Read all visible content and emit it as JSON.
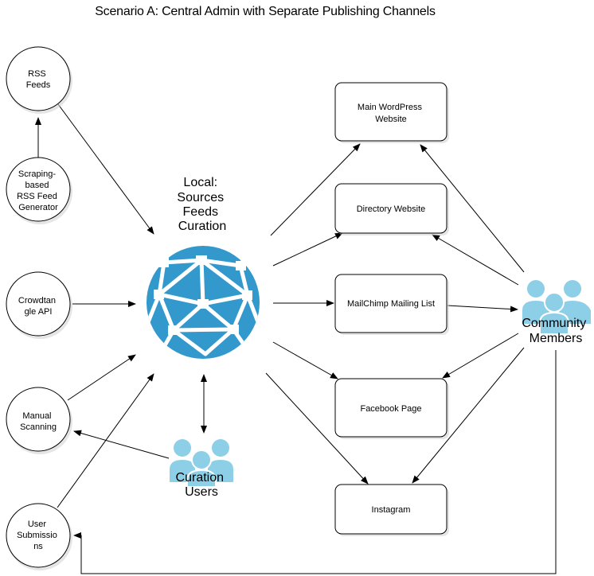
{
  "title": "Scenario A: Central Admin with Separate Publishing Channels",
  "hub": {
    "label_lines": [
      "Local:",
      "Sources",
      "Feeds",
      "Curation"
    ],
    "icon": "network-globe-icon",
    "color": "#3399cc"
  },
  "sources": [
    {
      "id": "rss",
      "lines": [
        "RSS",
        "Feeds"
      ]
    },
    {
      "id": "scraper",
      "lines": [
        "Scraping-",
        "based",
        "RSS Feed",
        "Generator"
      ]
    },
    {
      "id": "crowdtangle",
      "lines": [
        "Crowdtan",
        "gle API"
      ]
    },
    {
      "id": "manual",
      "lines": [
        "Manual",
        "Scanning"
      ]
    },
    {
      "id": "submissions",
      "lines": [
        "User",
        "Submissio",
        "ns"
      ]
    }
  ],
  "channels": [
    {
      "id": "wordpress",
      "lines": [
        "Main WordPress",
        "Website"
      ]
    },
    {
      "id": "directory",
      "lines": [
        "Directory Website"
      ]
    },
    {
      "id": "mailchimp",
      "lines": [
        "MailChimp Mailing List"
      ]
    },
    {
      "id": "facebook",
      "lines": [
        "Facebook Page"
      ]
    },
    {
      "id": "instagram",
      "lines": [
        "Instagram"
      ]
    }
  ],
  "actors": [
    {
      "id": "curation-users",
      "lines": [
        "Curation",
        "Users"
      ],
      "icon": "users-group-icon",
      "color": "#8ecfe8"
    },
    {
      "id": "community-members",
      "lines": [
        "Community",
        "Members"
      ],
      "icon": "users-group-icon",
      "color": "#8ecfe8"
    }
  ],
  "edges": [
    {
      "from": "scraper",
      "to": "rss"
    },
    {
      "from": "rss",
      "to": "hub"
    },
    {
      "from": "crowdtangle",
      "to": "hub"
    },
    {
      "from": "manual",
      "to": "hub"
    },
    {
      "from": "submissions",
      "to": "hub"
    },
    {
      "from": "curation-users",
      "to": "manual"
    },
    {
      "from": "curation-users",
      "to": "hub",
      "bidirectional": true
    },
    {
      "from": "hub",
      "to": "wordpress"
    },
    {
      "from": "hub",
      "to": "directory"
    },
    {
      "from": "hub",
      "to": "mailchimp"
    },
    {
      "from": "hub",
      "to": "facebook"
    },
    {
      "from": "hub",
      "to": "instagram"
    },
    {
      "from": "community-members",
      "to": "wordpress"
    },
    {
      "from": "community-members",
      "to": "directory"
    },
    {
      "from": "mailchimp",
      "to": "community-members"
    },
    {
      "from": "community-members",
      "to": "facebook"
    },
    {
      "from": "community-members",
      "to": "instagram"
    },
    {
      "from": "community-members",
      "to": "submissions",
      "routing": "orthogonal"
    }
  ]
}
